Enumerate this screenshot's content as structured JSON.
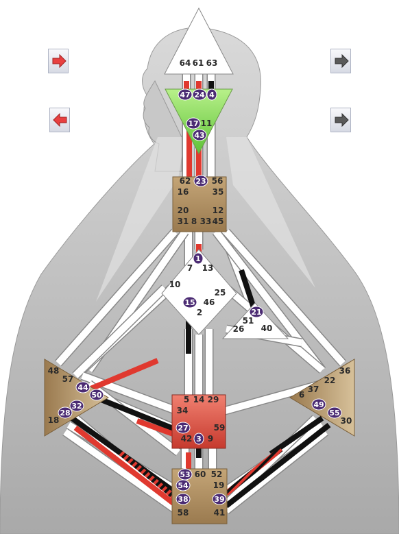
{
  "colors": {
    "personality_red": "#e0392f",
    "design_black": "#111111",
    "defined_center": "#a88b62",
    "head_center": "#ffffff",
    "ajna_defined": "#8fe05a",
    "sacral_defined": "#d9564a",
    "active_gate_fill": "#4b2b73",
    "channel_white": "#ffffff",
    "body_gray": "#b9b9b9"
  },
  "controls": {
    "nav_top_left": {
      "icon": "arrow-right-red-icon"
    },
    "nav_bottom_left": {
      "icon": "arrow-left-red-icon"
    },
    "nav_top_right": {
      "icon": "arrow-right-gray-icon"
    },
    "nav_bottom_right": {
      "icon": "arrow-right-gray-icon"
    }
  },
  "centers": {
    "head": {
      "gates": [
        "64",
        "61",
        "63"
      ],
      "defined": false
    },
    "ajna": {
      "gates": [
        "47",
        "24",
        "4",
        "17",
        "11",
        "43"
      ],
      "defined": true
    },
    "throat": {
      "gates": [
        "62",
        "23",
        "56",
        "16",
        "35",
        "20",
        "12",
        "31",
        "8",
        "33",
        "45"
      ],
      "defined": true
    },
    "g": {
      "gates": [
        "1",
        "7",
        "13",
        "10",
        "25",
        "15",
        "46",
        "2"
      ],
      "defined": false
    },
    "ego": {
      "gates": [
        "21",
        "51",
        "26",
        "40"
      ],
      "defined": false
    },
    "spleen": {
      "gates": [
        "48",
        "57",
        "44",
        "50",
        "32",
        "28",
        "18"
      ],
      "defined": true
    },
    "solar_plexus": {
      "gates": [
        "36",
        "22",
        "37",
        "6",
        "49",
        "55",
        "30"
      ],
      "defined": true
    },
    "sacral": {
      "gates": [
        "5",
        "14",
        "29",
        "34",
        "27",
        "3",
        "42",
        "9",
        "59"
      ],
      "defined": true
    },
    "root": {
      "gates": [
        "53",
        "60",
        "52",
        "54",
        "19",
        "38",
        "39",
        "58",
        "41"
      ],
      "defined": true
    }
  },
  "active_gates": [
    "47",
    "24",
    "4",
    "17",
    "43",
    "23",
    "1",
    "15",
    "21",
    "44",
    "50",
    "32",
    "28",
    "49",
    "55",
    "27",
    "3",
    "53",
    "54",
    "38",
    "39"
  ]
}
